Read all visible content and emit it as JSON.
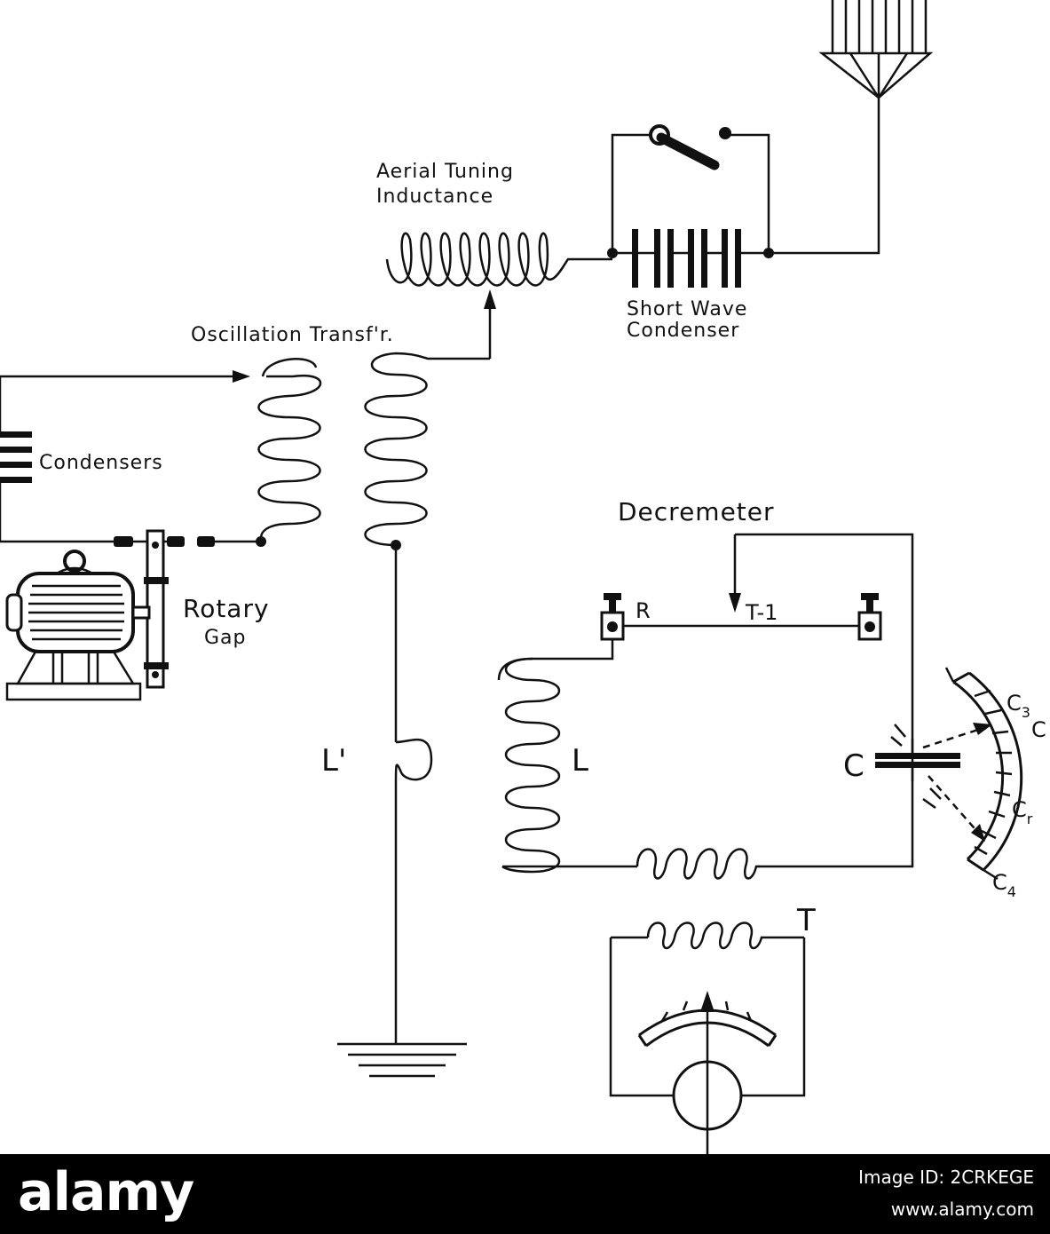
{
  "labels": {
    "aerial_tuning_line1": "Aerial Tuning",
    "aerial_tuning_line2": "Inductance",
    "oscillation_transformer": "Oscillation Transf'r.",
    "short_wave_line1": "Short Wave",
    "short_wave_line2": "Condenser",
    "condensers": "Condensers",
    "rotary_line1": "Rotary",
    "rotary_line2": "Gap",
    "decremeter": "Decremeter",
    "r": "R",
    "t1": "T-1",
    "l_prime": "L'",
    "l": "L",
    "c": "C",
    "t": "T",
    "c3": "C",
    "c3_sub": "3",
    "c_right": "C",
    "cr": "C",
    "cr_sub": "r",
    "c4": "C",
    "c4_sub": "4"
  },
  "footer": {
    "brand": "alamy",
    "image_id": "Image ID: 2CRKEGE",
    "site": "www.alamy.com"
  },
  "colors": {
    "ink": "#111111",
    "paper": "#ffffff",
    "footer_bg": "#000000",
    "footer_text": "#ffffff"
  }
}
